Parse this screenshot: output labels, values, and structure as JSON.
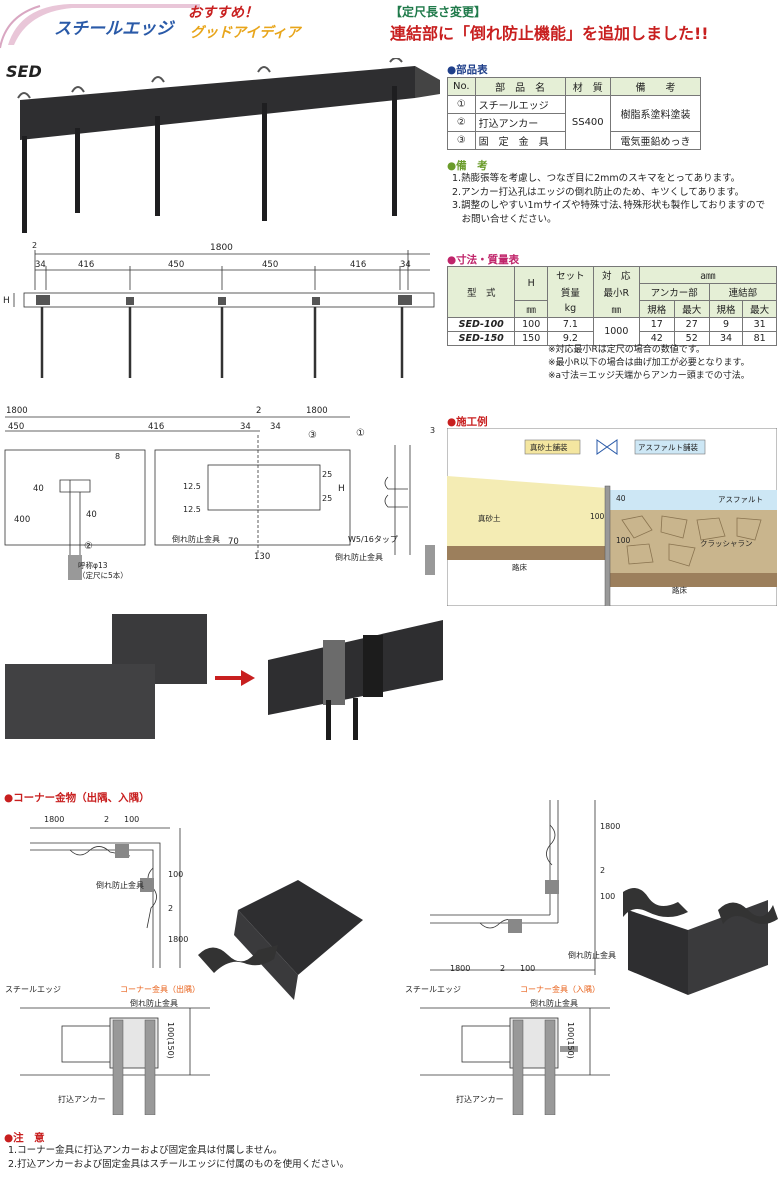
{
  "header": {
    "category": "スチールエッジ",
    "recommend": "おすすめ！",
    "good_idea": "グッドアイディア",
    "change_tag": "【定尺長さ変更】",
    "headline": "連結部に「倒れ防止機能」を追加しました!!"
  },
  "product_code": "SED",
  "parts_table": {
    "title": "●部品表",
    "headers": [
      "No.",
      "部　品　名",
      "材　質",
      "備　　考"
    ],
    "rows": [
      {
        "no": "①",
        "name": "スチールエッジ",
        "material": "SS400",
        "remark": "樹脂系塗料塗装"
      },
      {
        "no": "②",
        "name": "打込アンカー",
        "material": "",
        "remark": ""
      },
      {
        "no": "③",
        "name": "固　定　金　具",
        "material": "",
        "remark": "電気亜鉛めっき"
      }
    ]
  },
  "remarks": {
    "title": "●備　考",
    "items": [
      "1.熱膨張等を考慮し、つなぎ目に2mmのスキマをとってあります。",
      "2.アンカー打込孔はエッジの倒れ防止のため、キツくしてあります。",
      "3.調整のしやすい1mサイズや特殊寸法､特殊形状も製作しておりますので",
      "　お問い合せください。"
    ]
  },
  "spec_table": {
    "title": "●寸法・質量表",
    "headers": {
      "model": "型　式",
      "h": "H",
      "set": "セット",
      "mass": "質量",
      "corr": "対　応",
      "min_r": "最小R",
      "a": "a㎜",
      "anchor": "アンカー部",
      "joint": "連結部",
      "standard": "規格",
      "max": "最大",
      "mm": "㎜",
      "kg": "kg"
    },
    "rows": [
      {
        "model": "SED-100",
        "h": "100",
        "mass": "7.1",
        "min_r": "1000",
        "anchor_std": "17",
        "anchor_max": "27",
        "joint_std": "9",
        "joint_max": "31"
      },
      {
        "model": "SED-150",
        "h": "150",
        "mass": "9.2",
        "min_r": "",
        "anchor_std": "42",
        "anchor_max": "52",
        "joint_std": "34",
        "joint_max": "81"
      }
    ],
    "notes": [
      "※対応最小Rは定尺の場合の数値です。",
      "※最小R以下の場合は曲げ加工が必要となります。",
      "※a寸法＝エッジ天端からアンカー頭までの寸法。"
    ]
  },
  "construction": {
    "title": "●施工例",
    "left_label": "真砂土舗装",
    "right_label": "アスファルト舗装",
    "asphalt": "アスファルト",
    "masa": "真砂土",
    "crusher": "クラッシャラン",
    "roadbed_left": "路床",
    "roadbed_right": "路床",
    "dim_40": "40",
    "dim_100a": "100",
    "dim_100b": "100"
  },
  "plan_dims": {
    "total": "1800",
    "gap": "2",
    "end_l": "34",
    "s1": "416",
    "s2": "450",
    "s3": "450",
    "s4": "416",
    "end_r": "34",
    "h": "H"
  },
  "detail_dims": {
    "d1800l": "1800",
    "d2": "2",
    "d1800r": "1800",
    "d450": "450",
    "d416": "416",
    "d34a": "34",
    "d34b": "34",
    "d8": "8",
    "d40a": "40",
    "d40b": "40",
    "d400": "400",
    "d125a": "12.5",
    "d125b": "12.5",
    "d70": "70",
    "d130": "130",
    "d25a": "25",
    "d25b": "25",
    "h": "H",
    "c1": "①",
    "c2": "②",
    "c3": "③",
    "anchor_note1": "呼称φ13",
    "anchor_note2": "（定尺に5本）",
    "tip1": "倒れ防止金具",
    "tip2": "倒れ防止金具",
    "bolt": "W5/16タップ",
    "d3": "3"
  },
  "corner": {
    "title": "●コーナー金物（出隅、入隅）",
    "out": {
      "d1800": "1800",
      "d2": "2",
      "d100": "100",
      "d100v": "100",
      "d2v": "2",
      "d1800v": "1800",
      "tip": "倒れ防止金具",
      "edge": "スチールエッジ",
      "part": "コーナー金具（出隅）",
      "tip2": "倒れ防止金具",
      "anchor": "打込アンカー",
      "hdim": "100(150)"
    },
    "in": {
      "d1800": "1800",
      "d2": "2",
      "d100": "100",
      "d1800v": "1800",
      "d2v": "2",
      "d100v": "100",
      "tip": "倒れ防止金具",
      "edge": "スチールエッジ",
      "part": "コーナー金具（入隅）",
      "tip2": "倒れ防止金具",
      "anchor": "打込アンカー",
      "hdim": "100(150)"
    }
  },
  "cautions": {
    "title": "●注　意",
    "items": [
      "1.コーナー金具に打込アンカーおよび固定金具は付属しません。",
      "2.打込アンカーおよび固定金具はスチールエッジに付属のものを使用ください。"
    ]
  },
  "colors": {
    "blue": "#1f3f8a",
    "pink": "#c0246a",
    "red": "#c81f1f",
    "orange": "#e8611a",
    "green": "#6a9c2a",
    "tag_bg": "#f2d9e6"
  }
}
